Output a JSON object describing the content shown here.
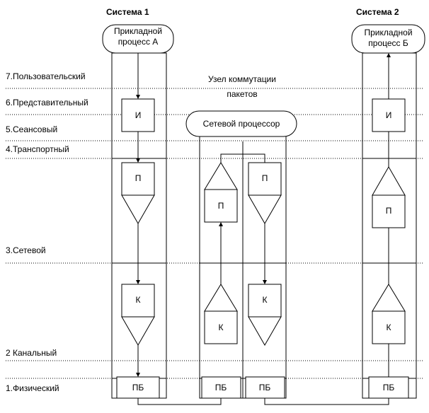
{
  "systems": {
    "sys1_title": "Система 1",
    "sys2_title": "Система 2"
  },
  "processes": {
    "a_line1": "Прикладной",
    "a_line2": "процесс А",
    "b_line1": "Прикладной",
    "b_line2": "процесс Б"
  },
  "switch_node": {
    "title_line1": "Узел коммутации",
    "title_line2": "пакетов",
    "processor": "Сетевой процессор"
  },
  "layers": [
    "7.Пользовательский",
    "6.Представительный",
    "5.Сеансовый",
    "4.Транспортный",
    "3.Сетевой",
    "2 Канальный",
    "1.Физический"
  ],
  "boxes": {
    "app": "И",
    "transport": "П",
    "link": "К",
    "physical": "ПБ"
  }
}
